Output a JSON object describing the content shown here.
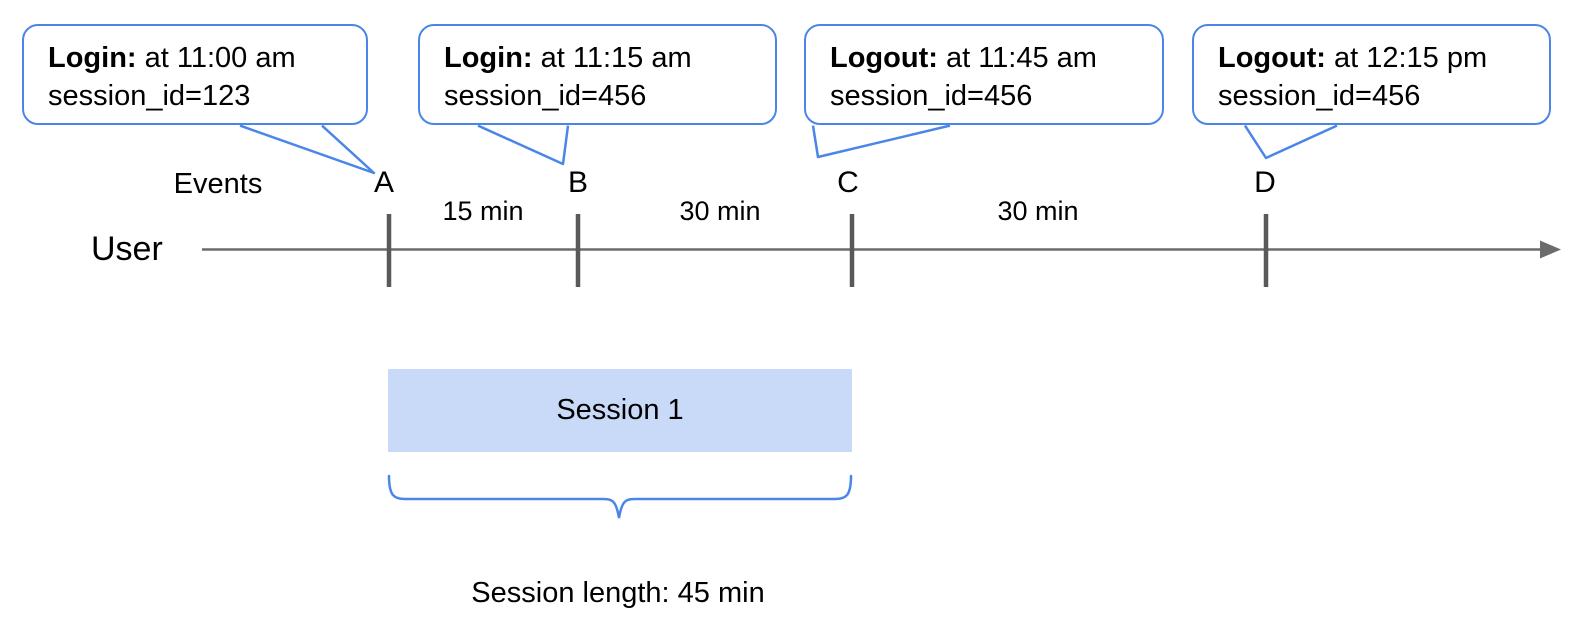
{
  "events": [
    {
      "tick": "A",
      "label": "Login:",
      "time_text": " at 11:00 am",
      "session_text": "session_id=123"
    },
    {
      "tick": "B",
      "label": "Login:",
      "time_text": " at 11:15 am",
      "session_text": "session_id=456"
    },
    {
      "tick": "C",
      "label": "Logout:",
      "time_text": " at 11:45 am",
      "session_text": "session_id=456"
    },
    {
      "tick": "D",
      "label": "Logout:",
      "time_text": " at 12:15 pm",
      "session_text": "session_id=456"
    }
  ],
  "timeline": {
    "axis_label": "Events",
    "user_label": "User",
    "tick_labels": [
      "A",
      "B",
      "C",
      "D"
    ],
    "intervals": [
      "15 min",
      "30 min",
      "30 min"
    ]
  },
  "session": {
    "box_label": "Session 1",
    "length_label": "Session length: 45 min"
  },
  "colors": {
    "bubble_border": "#4a86e8",
    "session_fill": "#c9daf8",
    "brace": "#4a86e8",
    "axis_line": "#6b6b6b",
    "tick": "#595959"
  }
}
